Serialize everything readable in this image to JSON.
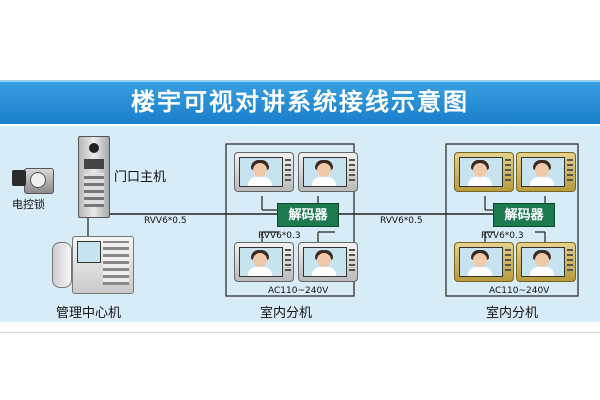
{
  "title": "楼宇可视对讲系统接线示意图",
  "devices": {
    "lock": "电控锁",
    "door_station": "门口主机",
    "management": "管理中心机",
    "indoor_left": "室内分机",
    "indoor_right": "室内分机"
  },
  "decoders": {
    "left": "解码器",
    "right": "解码器"
  },
  "cables": {
    "main_left": "RVV6*0.5",
    "decoder_left": "RVV6*0.3",
    "power_left": "AC110~240V",
    "main_right": "RVV6*0.5",
    "decoder_right": "RVV6*0.3",
    "power_right": "AC110~240V"
  },
  "colors": {
    "banner": "#1a7fcc",
    "decoder": "#1d7a4f",
    "panel": "#d8ecf7"
  }
}
